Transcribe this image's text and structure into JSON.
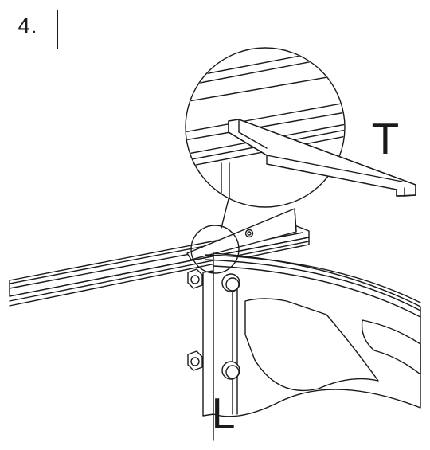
{
  "step": {
    "number": "4."
  },
  "labels": {
    "top_part": "T",
    "bottom_part": "L"
  }
}
